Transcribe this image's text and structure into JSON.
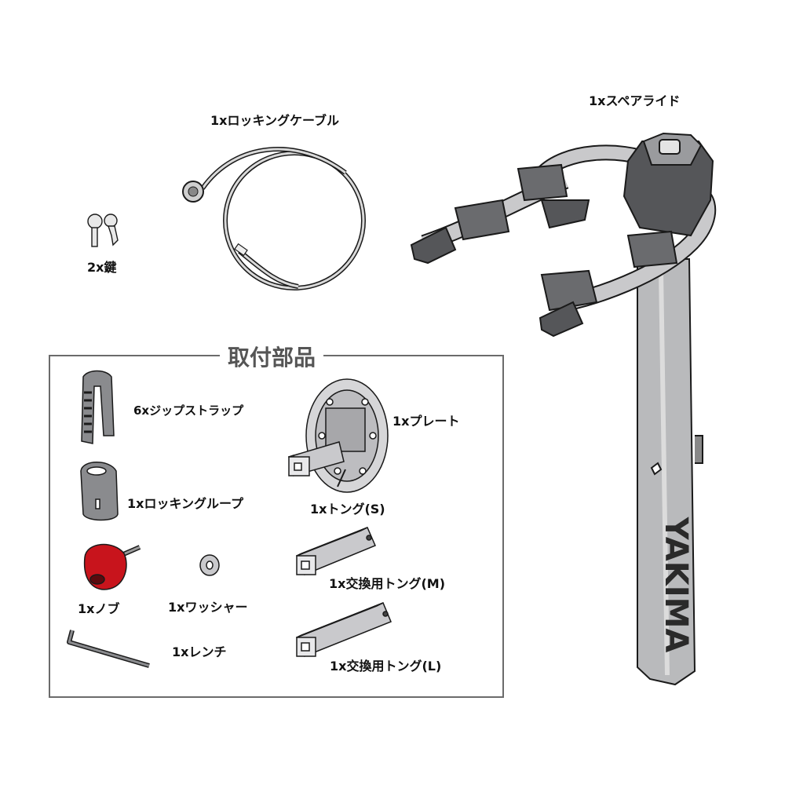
{
  "labels": {
    "keys": "2x鍵",
    "cable": "1xロッキングケーブル",
    "spare_ride": "1xスペアライド",
    "box_title": "取付部品",
    "zip_strap": "6xジップストラップ",
    "plate": "1xプレート",
    "locking_loop": "1xロッキングループ",
    "tongue_s": "1xトング(S)",
    "knob": "1xノブ",
    "washer": "1xワッシャー",
    "tongue_m": "1x交換用トング(M)",
    "wrench": "1xレンチ",
    "tongue_l": "1x交換用トング(L)"
  },
  "brand_text": "YAKIMA",
  "colors": {
    "knob_red": "#c8141c",
    "rack_gray": "#b9babc",
    "dark_gray": "#555659",
    "line": "#1a1a1a"
  }
}
